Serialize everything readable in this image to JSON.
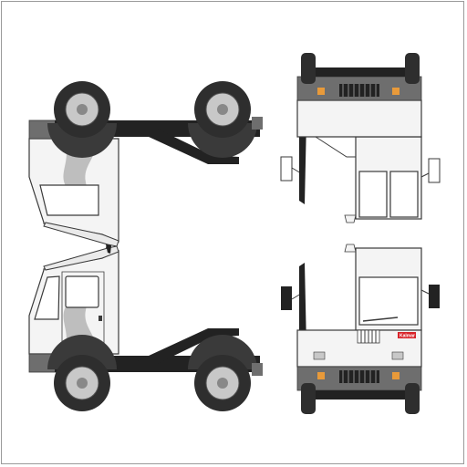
{
  "drawing": {
    "views": [
      "side-left-upside-down",
      "front-upside-down",
      "side-left",
      "front"
    ],
    "brand_badge": "Kalmar"
  },
  "colors": {
    "body": "#f4f4f4",
    "body_shade": "#d6d6d6",
    "outline": "#3a3a3a",
    "chassis": "#222222",
    "tire": "#2e2e2e",
    "rim": "#c8c8c8",
    "bumper": "#6e6e6e",
    "lamp": "#e89a3a",
    "badge": "#d8242a",
    "glass": "#ffffff",
    "swoosh": "#b8b8b8"
  }
}
